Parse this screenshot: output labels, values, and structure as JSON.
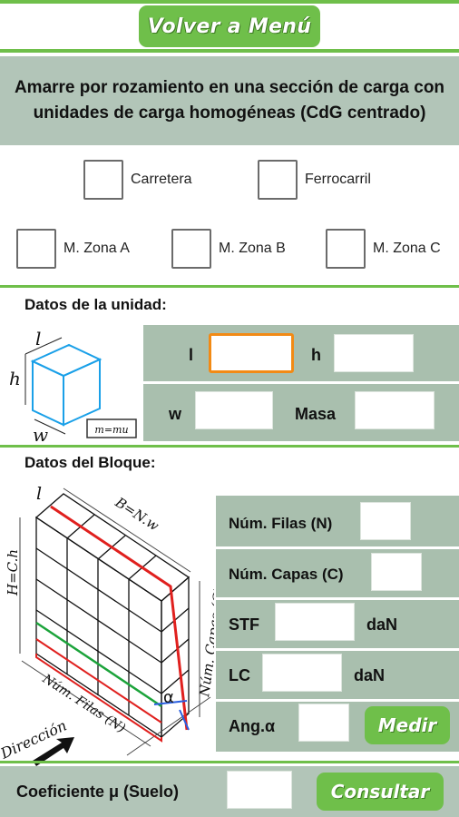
{
  "header": {
    "menu_button": "Volver a Menú"
  },
  "title": "Amarre por rozamiento en una sección de carga con unidades de carga homogéneas (CdG centrado)",
  "transport": {
    "road": "Carretera",
    "rail": "Ferrocarril"
  },
  "zones": {
    "a": "M. Zona A",
    "b": "M. Zona B",
    "c": "M. Zona C"
  },
  "unit": {
    "heading": "Datos de la unidad:",
    "l": "l",
    "h": "h",
    "w": "w",
    "mass": "Masa",
    "diagram": {
      "l": "l",
      "h": "h",
      "w": "w",
      "m": "m=mu"
    }
  },
  "block": {
    "heading": "Datos del Bloque:",
    "rows": "Núm. Filas (N)",
    "layers": "Núm. Capas (C)",
    "stf": "STF",
    "lc": "LC",
    "unit_dan": "daN",
    "angle": "Ang.α",
    "measure": "Medir",
    "diagram": {
      "l": "l",
      "b": "B=N.w",
      "h": "H=C.h",
      "capas": "Núm. Capas (C)",
      "filas": "Núm. Filas (N)",
      "alpha": "α",
      "direction": "Dirección"
    }
  },
  "footer": {
    "coef": "Coeficiente μ (Suelo)",
    "consult": "Consultar"
  }
}
